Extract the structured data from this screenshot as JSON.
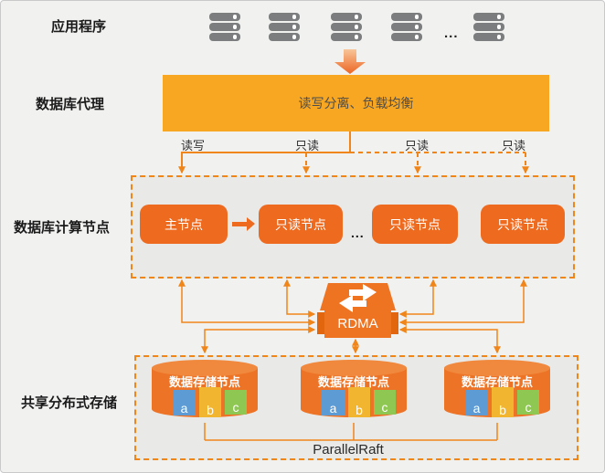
{
  "app": {
    "label": "应用程序",
    "server_count": 5,
    "ellipsis": "..."
  },
  "proxy": {
    "label": "数据库代理",
    "box_text": "读写分离、负载均衡"
  },
  "distribution": {
    "labels": [
      "读写",
      "只读",
      "只读",
      "只读"
    ]
  },
  "compute": {
    "label": "数据库计算节点",
    "nodes": [
      "主节点",
      "只读节点",
      "只读节点",
      "只读节点"
    ],
    "ellipsis": "..."
  },
  "rdma": {
    "label": "RDMA"
  },
  "storage": {
    "label": "共享分布式存储",
    "node_label": "数据存储节点",
    "segments": [
      "a",
      "b",
      "c"
    ],
    "raft_label": "ParallelRaft"
  },
  "colors": {
    "accent_orange": "#F08519",
    "node_orange": "#ED6A1F",
    "proxy_amber": "#F7A722",
    "rdma_orange": "#EF7422",
    "cylinder_orange": "#ED7426",
    "server_gray": "#7B7D7F",
    "segment_blue": "#5C9BD3",
    "segment_yellow": "#F2B530",
    "segment_green": "#8FC753"
  }
}
